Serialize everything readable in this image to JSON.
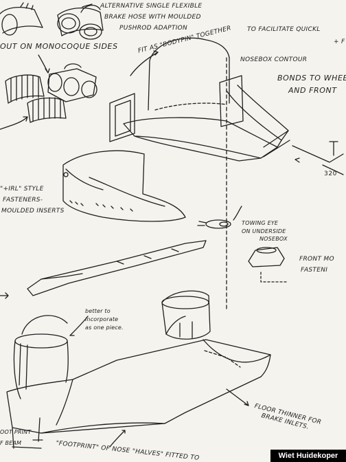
{
  "annotations": {
    "alt_hose_1": "ALTERNATIVE SINGLE FLEXIBLE",
    "alt_hose_2": "BRAKE HOSE WITH MOULDED",
    "alt_hose_3": "PUSHROD ADAPTION",
    "monocoque": "OUT ON MONOCOQUE SIDES",
    "bodypin": "FIT AS \"BODYPIN\" TOGETHER",
    "facilitate": "TO FACILITATE QUICKL",
    "plus_f": "+ F",
    "nosebox": "NOSEBOX CONTOUR",
    "bonds_1": "BONDS TO WHEE",
    "bonds_2": "AND FRONT",
    "dzus_1": "\"+IRL\" STYLE",
    "dzus_2": "FASTENERS-",
    "dzus_3": "MOULDED INSERTS",
    "towing_1": "TOWING EYE",
    "towing_2": "ON UNDERSIDE",
    "towing_3": "NOSEBOX",
    "front_mo_1": "FRONT MO",
    "front_mo_2": "FASTENI",
    "better_1": "better to",
    "better_2": "incorporate",
    "better_3": "as one piece.",
    "floor_1": "FLOOR THINNER FOR",
    "floor_2": "BRAKE INLETS.",
    "footprint_left_1": "OOT PRINT",
    "footprint_left_2": "F BEAM",
    "footprint_nose": "\"FOOTPRINT\" OF NOSE \"HALVES\" FITTED TO",
    "dim_320": "320"
  },
  "credit": "Wiet Huidekoper"
}
